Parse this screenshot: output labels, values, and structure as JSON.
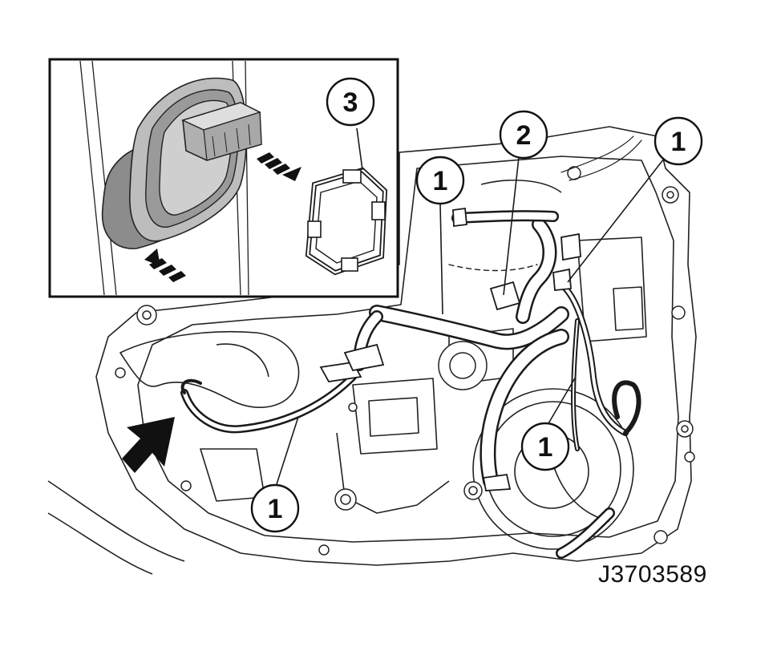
{
  "callouts": [
    {
      "id": "c1-top-center",
      "label": "1"
    },
    {
      "id": "c2-top",
      "label": "2"
    },
    {
      "id": "c1-top-right",
      "label": "1"
    },
    {
      "id": "c3-inset",
      "label": "3"
    },
    {
      "id": "c1-right-lower",
      "label": "1"
    },
    {
      "id": "c1-bottom-left",
      "label": "1"
    }
  ],
  "figure_id": "J3703589",
  "colors": {
    "line": "#1a1a1a",
    "fill": "#ffffff",
    "part": "#b8b8b8",
    "part_dark": "#7a7a7a",
    "arrow": "#111111"
  }
}
